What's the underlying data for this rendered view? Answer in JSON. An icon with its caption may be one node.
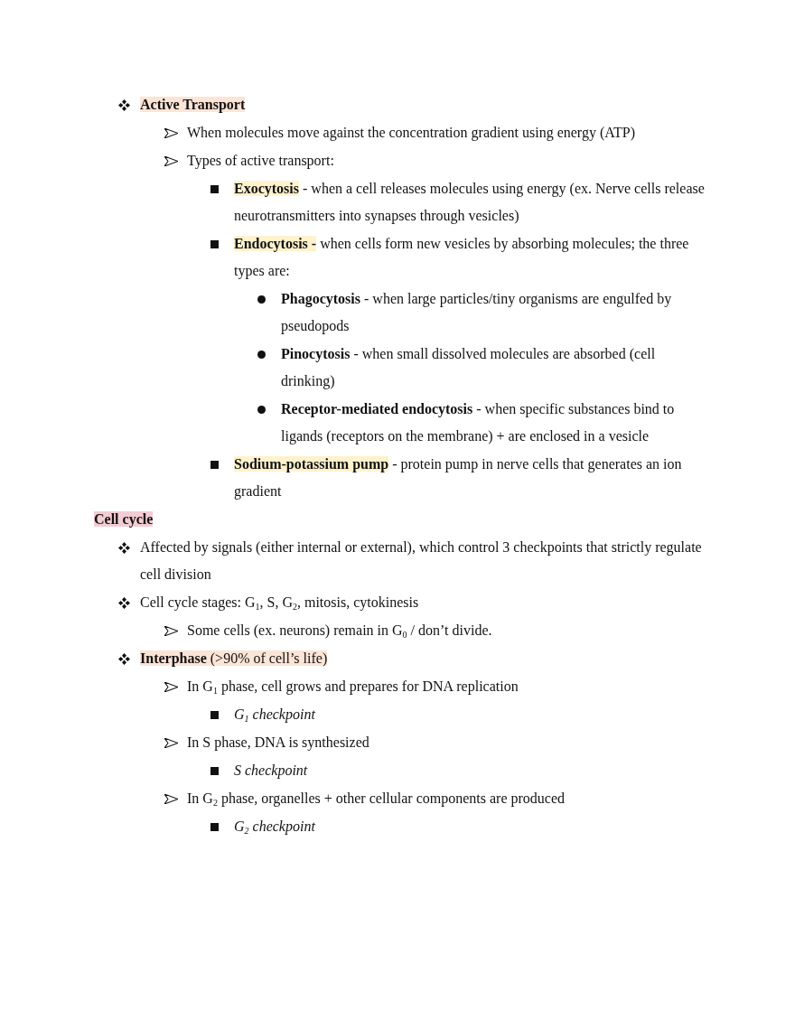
{
  "diagram": {
    "labels": [
      "Active Transport",
      "When molecules move against the concentration gradient using energy (ATP)",
      "Types of active transport:",
      "**Exocytosis** - when a cell releases molecules using energy (ex. Nerve cells release neurotransmitters into synapses through vesicles)",
      "**Endocytosis -** when cells form new vesicles by absorbing molecules; the three types are:",
      "**Phagocytosis** - when large particles/tiny organisms are engulfed by pseudopods",
      "**Pinocytosis** - when small dissolved molecules are absorbed (cell drinking)",
      "**Receptor-mediated endocytosis** - when specific substances bind to ligands (receptors on the membrane) + are enclosed in a vesicle",
      "**Sodium-potassium pump** - protein pump in nerve cells that generates an ion gradient",
      "Cell cycle",
      "Affected by signals (either internal or external), which control 3 checkpoints that strictly regulate cell division",
      "Cell cycle stages: G$_{1}$, S, G$_{2}$, mitosis, cytokinesis",
      "Some cells (ex. neurons) remain in G$_{0}$ / don’t divide.",
      "**Interphase** (>90% of cell’s life)",
      "In G$_{1}$ phase, cell grows and prepares for DNA replication",
      "G$_{1}$ checkpoint",
      "In S phase, DNA is synthesized",
      "S checkpoint",
      "In G$_{2}$ phase, organelles + other cellular components are produced",
      "G$_{2}$ checkpoint"
    ]
  }
}
